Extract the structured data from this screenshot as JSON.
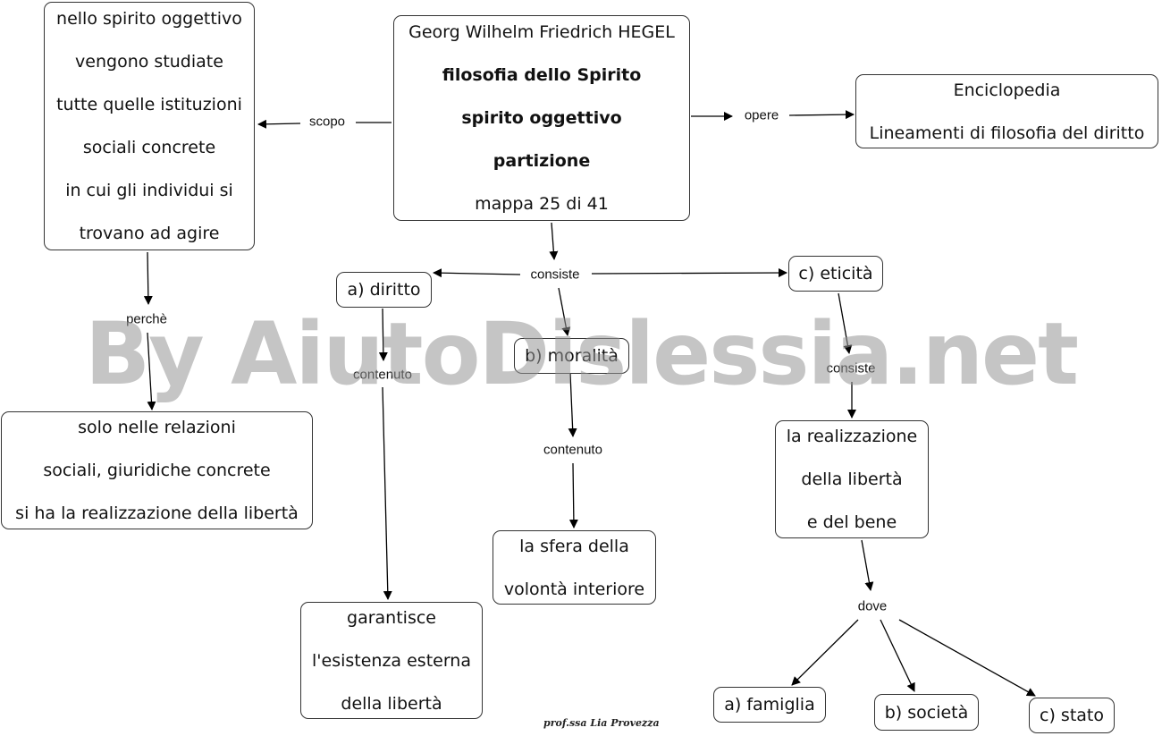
{
  "nodes": {
    "main": {
      "lines": [
        {
          "text": "Georg Wilhelm Friedrich HEGEL",
          "bold": false
        },
        {
          "text": "filosofia dello Spirito",
          "bold": true
        },
        {
          "text": "spirito oggettivo",
          "bold": true
        },
        {
          "text": "partizione",
          "bold": true
        },
        {
          "text": "mappa 25 di 41",
          "bold": false
        }
      ]
    },
    "scopo_box": {
      "lines": [
        {
          "text": "nello spirito oggettivo"
        },
        {
          "text": "vengono studiate"
        },
        {
          "text": "tutte quelle istituzioni"
        },
        {
          "text": "sociali concrete"
        },
        {
          "text": "in cui gli individui si"
        },
        {
          "text": "trovano ad agire"
        }
      ]
    },
    "opere_box": {
      "lines": [
        {
          "text": "Enciclopedia"
        },
        {
          "text": "Lineamenti di filosofia del diritto"
        }
      ]
    },
    "perche_box": {
      "lines": [
        {
          "text": "solo nelle relazioni"
        },
        {
          "text": "sociali, giuridiche  concrete"
        },
        {
          "text": "si ha la realizzazione della libertà"
        }
      ]
    },
    "diritto": {
      "lines": [
        {
          "text": "a) diritto"
        }
      ]
    },
    "moralita": {
      "lines": [
        {
          "text": "b) moralità"
        }
      ]
    },
    "eticita": {
      "lines": [
        {
          "text": "c) eticità"
        }
      ]
    },
    "garantisce_box": {
      "lines": [
        {
          "text": "garantisce"
        },
        {
          "text": "l'esistenza esterna"
        },
        {
          "text": "della libertà"
        }
      ]
    },
    "sfera_box": {
      "lines": [
        {
          "text": "la sfera della"
        },
        {
          "text": "volontà interiore"
        }
      ]
    },
    "realizzazione_box": {
      "lines": [
        {
          "text": "la realizzazione"
        },
        {
          "text": "della libertà"
        },
        {
          "text": "e del bene"
        }
      ]
    },
    "famiglia": {
      "lines": [
        {
          "text": "a) famiglia"
        }
      ]
    },
    "societa": {
      "lines": [
        {
          "text": "b) società"
        }
      ]
    },
    "stato": {
      "lines": [
        {
          "text": "c) stato"
        }
      ]
    }
  },
  "link_labels": {
    "scopo": "scopo",
    "opere": "opere",
    "consiste_main": "consiste",
    "perche": "perchè",
    "contenuto_diritto": "contenuto",
    "contenuto_moralita": "contenuto",
    "consiste_eticita": "consiste",
    "dove": "dove"
  },
  "watermark": "By AiutoDislessia.net",
  "author": "prof.ssa Lia Provezza"
}
